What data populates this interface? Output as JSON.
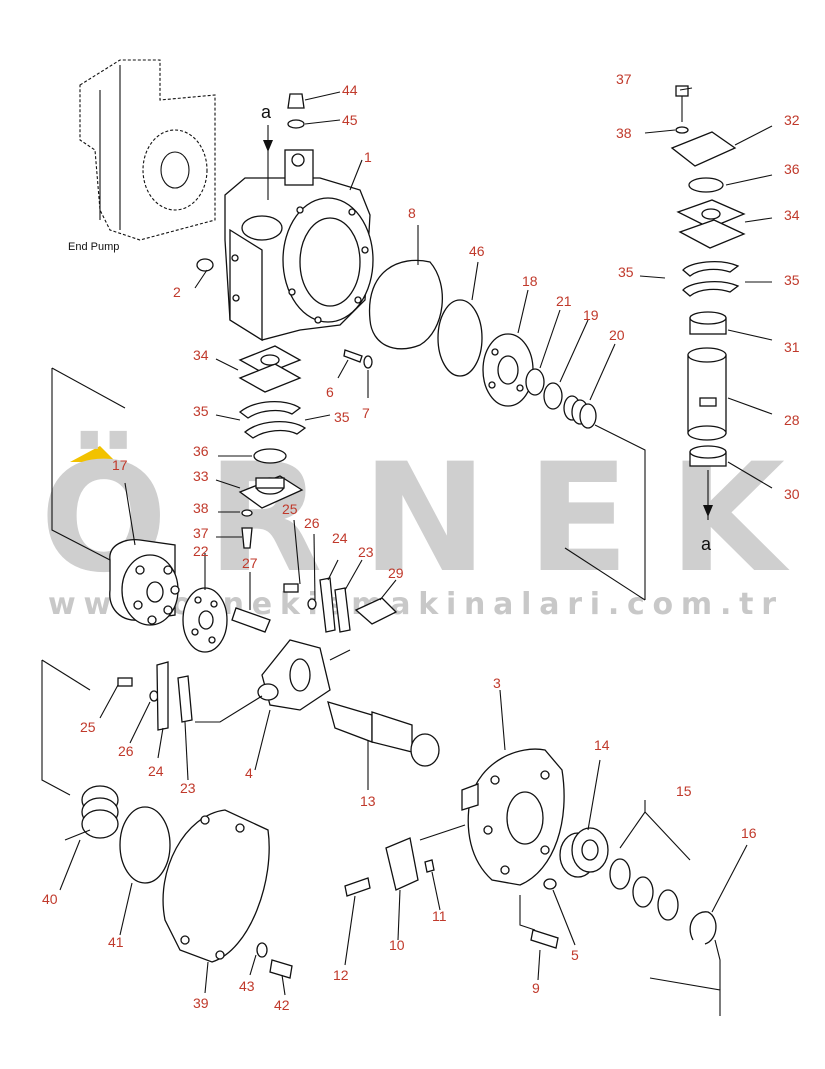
{
  "diagram_title": "End Pump",
  "arrow_label": "a",
  "watermark": {
    "brand": "ÖRNEK",
    "url": "www.ornekismakinalari.com.tr",
    "accent": "#f2c200"
  },
  "label_color": "#c0392b",
  "parts": [
    "1",
    "2",
    "3",
    "4",
    "5",
    "6",
    "7",
    "8",
    "9",
    "10",
    "11",
    "12",
    "13",
    "14",
    "15",
    "16",
    "17",
    "18",
    "19",
    "20",
    "21",
    "22",
    "23",
    "23",
    "24",
    "24",
    "25",
    "25",
    "26",
    "26",
    "27",
    "28",
    "29",
    "30",
    "31",
    "32",
    "33",
    "34",
    "34",
    "35",
    "35",
    "35",
    "35",
    "36",
    "36",
    "37",
    "37",
    "38",
    "38",
    "39",
    "40",
    "41",
    "42",
    "43",
    "44",
    "45",
    "46"
  ]
}
